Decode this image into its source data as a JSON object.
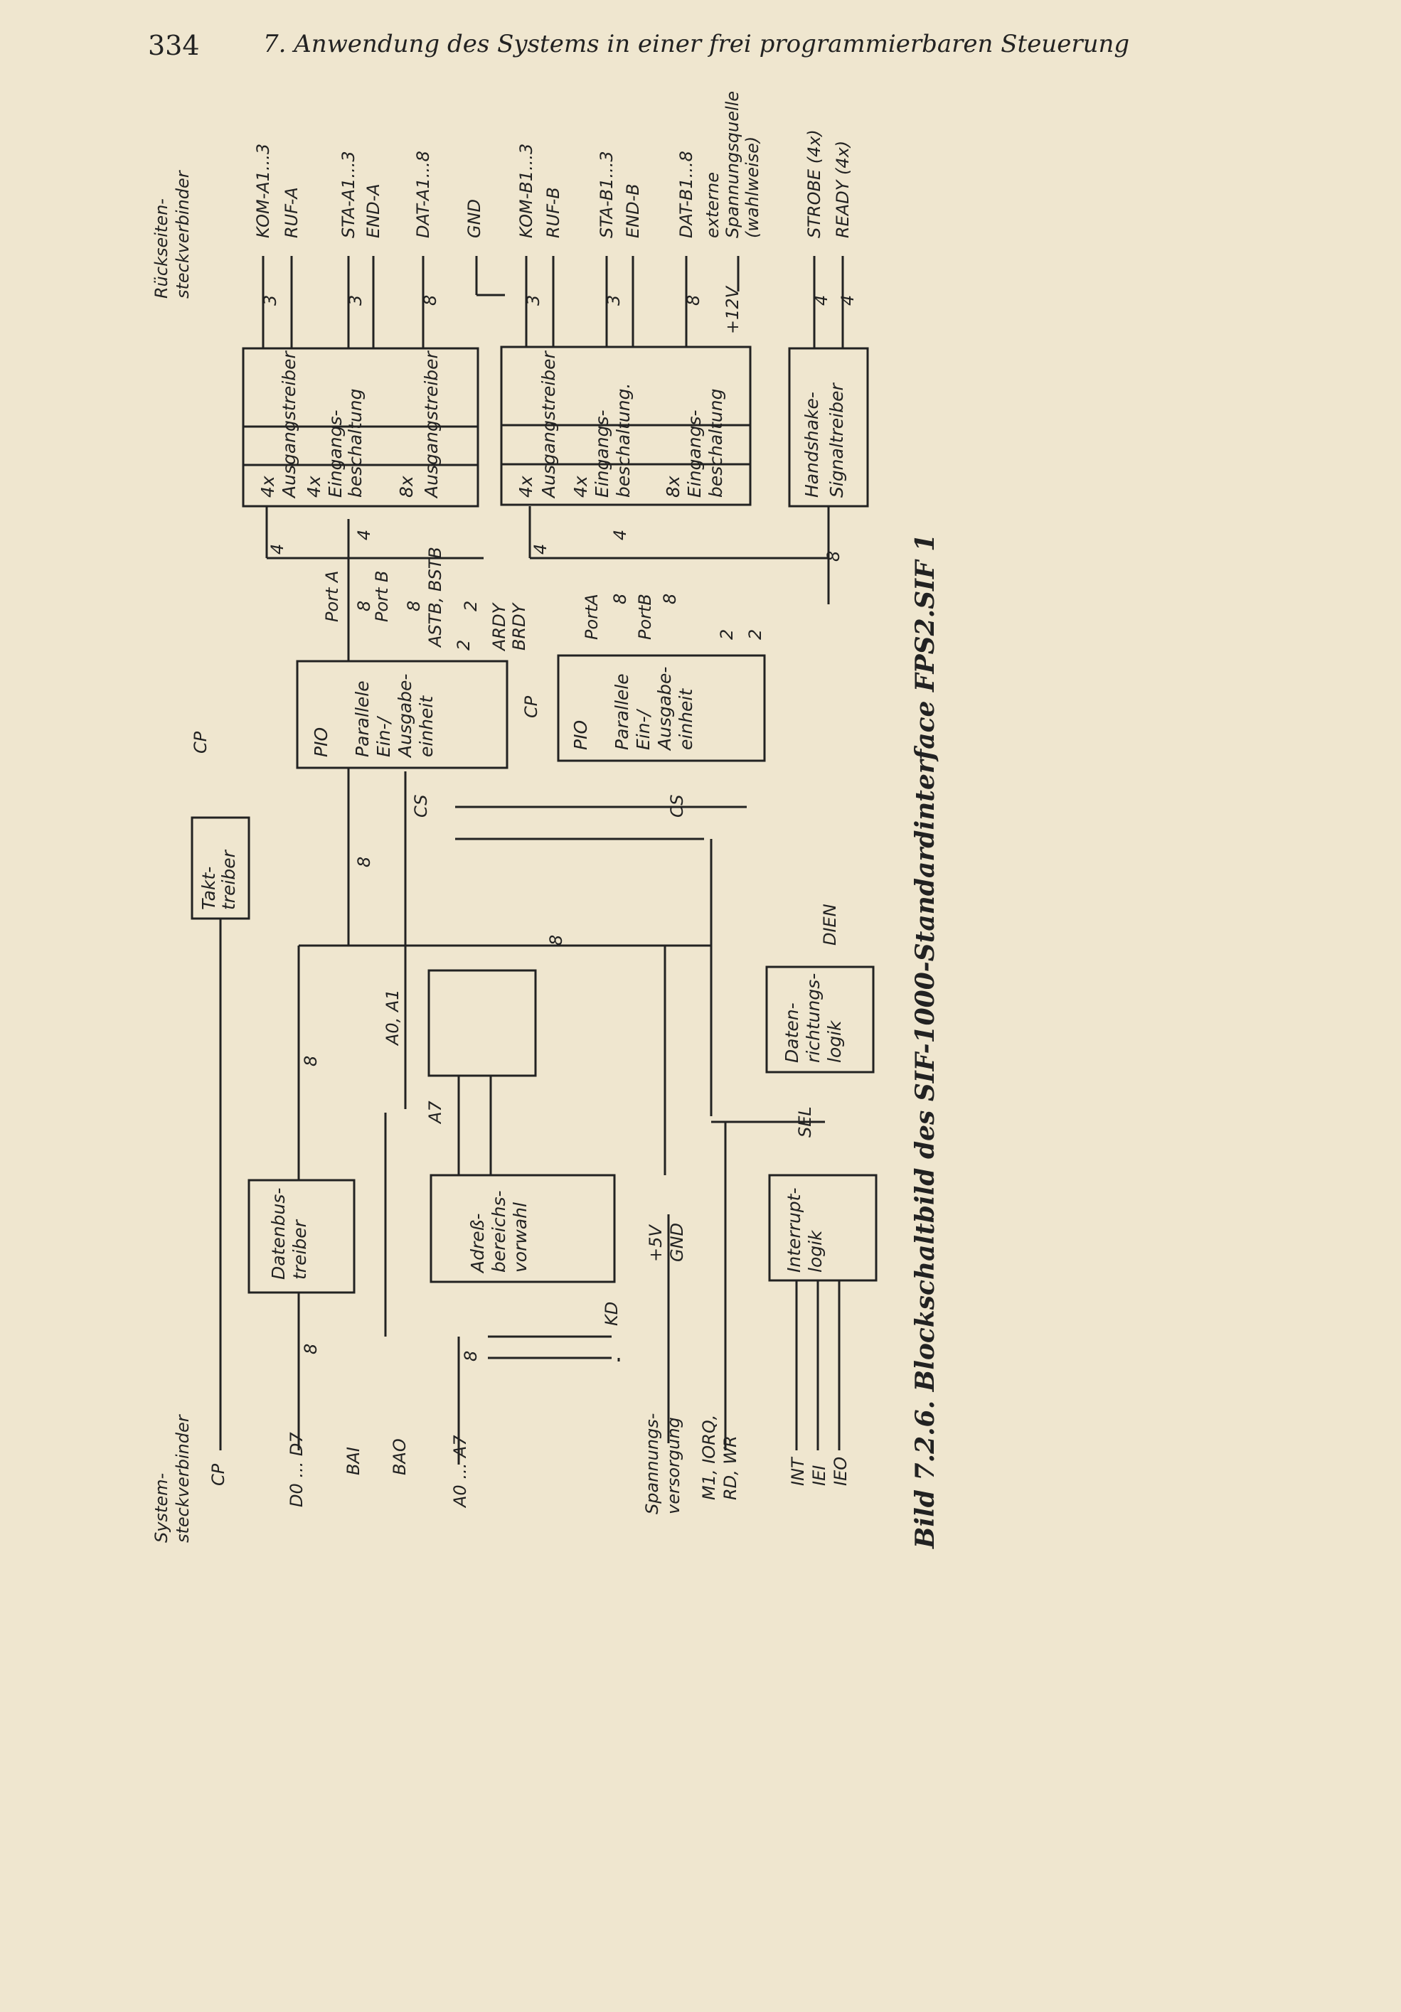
{
  "header": {
    "page_number": "334",
    "title": "7. Anwendung des Systems in einer frei programmierbaren Steuerung"
  },
  "caption": "Bild 7.2.6. Blockschaltbild des SIF-1000-Standardinterface FPS2.SIF 1",
  "diagram": {
    "connectors": {
      "rear": [
        "Rückseiten-",
        "steckverbinder"
      ],
      "system": [
        "System-",
        "steckverbinder"
      ],
      "system_cp": "CP"
    },
    "outputs": {
      "kom_a": "KOM-A1...3",
      "ruf_a": "RUF-A",
      "sta_a": "STA-A1...3",
      "end_a": "END-A",
      "dat_a": "DAT-A1...8",
      "gnd": "GND",
      "kom_b": "KOM-B1...3",
      "ruf_b": "RUF-B",
      "sta_b": "STA-B1...3",
      "end_b": "END-B",
      "dat_b": "DAT-B1...8",
      "ext_supply": [
        "externe",
        "Spannungsquelle",
        "(wahlweise)"
      ],
      "strobe": "STROBE (4x)",
      "ready": "READY (4x)",
      "v12": "+12V"
    },
    "blocks": {
      "a_out4": [
        "4x",
        "Ausgangstreiber"
      ],
      "a_in4": [
        "4x",
        "Eingangs-",
        "beschaltung"
      ],
      "a_out8": [
        "8x",
        "Ausgangstreiber"
      ],
      "b_out4": [
        "4x",
        "Ausgangstreiber"
      ],
      "b_in4": [
        "4x",
        "Eingangs-",
        "beschaltung."
      ],
      "b_in8": [
        "8x",
        "Eingangs-",
        "beschaltung"
      ],
      "handshake": [
        "Handshake-",
        "Signaltreiber"
      ],
      "pio": [
        "PIO",
        "Parallele",
        "Ein-/",
        "Ausgabe-",
        "einheit"
      ],
      "takt": [
        "Takt-",
        "treiber"
      ],
      "datenbus": [
        "Datenbus-",
        "treiber"
      ],
      "adress": [
        "Adreß-",
        "bereichs-",
        "vorwahl"
      ],
      "richtung": [
        "Daten-",
        "richtungs-",
        "logik"
      ],
      "interrupt": [
        "Interrupt-",
        "logik"
      ]
    },
    "signals": {
      "port_a": "Port A",
      "port_b": "Port B",
      "astb": "ASTB, BSTB",
      "ardy": "ARDY",
      "brdy": "BRDY",
      "port_a2": "PortA",
      "port_b2": "PortB",
      "cp": "CP",
      "cs": "CS",
      "a01": "A0, A1",
      "a7": "A7",
      "dien": "DIEN",
      "sel": "SEL",
      "kd": "KD",
      "v5": "+5V",
      "gnd": "GND"
    },
    "inputs": {
      "cp": "CP",
      "data": "D0 ... D7",
      "bai": "BAI",
      "bao": "BAO",
      "addr": "A0 ... A7",
      "supply": [
        "Spannungs-",
        "versorgung"
      ],
      "ctrl1": "M1, IORQ,",
      "ctrl2": "RD, WR",
      "int": "INT",
      "iei": "IEI",
      "ieo": "IEO"
    },
    "bus_widths": {
      "three": "3",
      "eight": "8",
      "four": "4",
      "two": "2"
    }
  }
}
